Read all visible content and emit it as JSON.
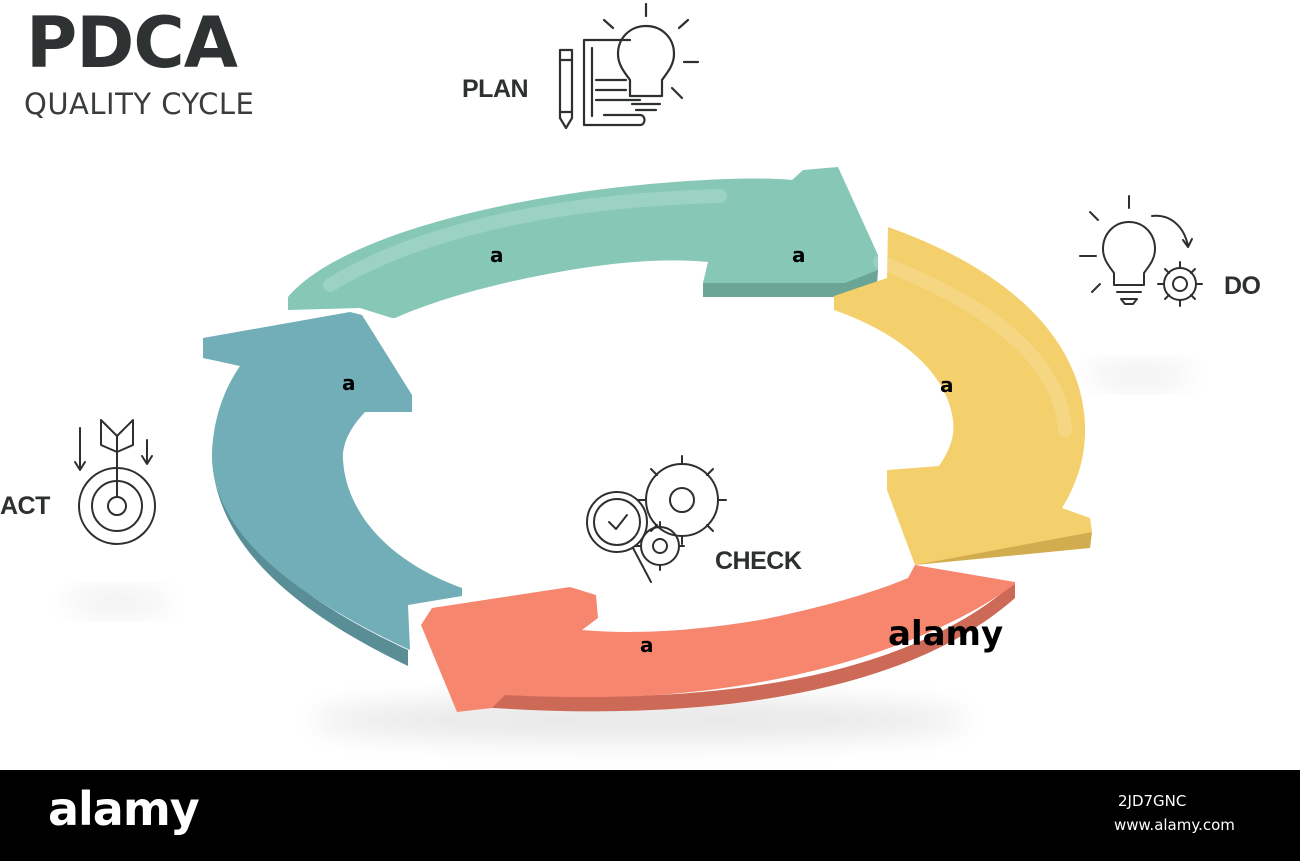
{
  "header": {
    "title": "PDCA",
    "subtitle": "QUALITY CYCLE"
  },
  "stages": [
    {
      "label": "PLAN",
      "color": "#86c8b5",
      "side_color": "#6aa595",
      "icon": "idea-document-icon"
    },
    {
      "label": "DO",
      "color": "#f4d06c",
      "side_color": "#d1ad50",
      "icon": "idea-gear-icon"
    },
    {
      "label": "CHECK",
      "color": "#f7866f",
      "side_color": "#cc6a57",
      "icon": "magnifier-gears-icon"
    },
    {
      "label": "ACT",
      "color": "#71aeb7",
      "side_color": "#5a8e97",
      "icon": "target-arrow-icon"
    }
  ],
  "footer": {
    "brand": "alamy",
    "image_id": "2JD7GNC",
    "site": "www.alamy.com"
  },
  "watermark": {
    "brand": "alamy",
    "mark": "a"
  }
}
